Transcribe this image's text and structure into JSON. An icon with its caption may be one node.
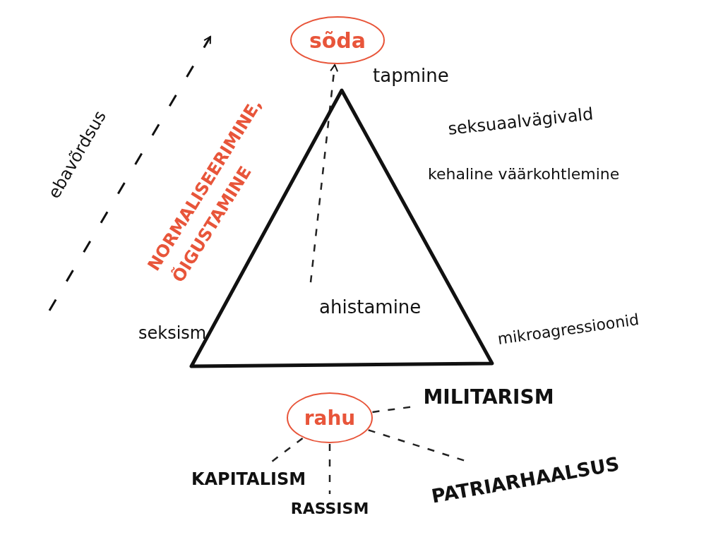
{
  "diagram": {
    "nodes": [
      {
        "text": [
          "sõda"
        ]
      },
      {
        "text": [],
        "shape": "triangle"
      },
      {
        "text": [
          "rahu"
        ]
      },
      {
        "text": [
          "MILITARISM"
        ]
      },
      {
        "text": [
          "KAPITALISM"
        ]
      },
      {
        "text": [
          "RASSISM"
        ]
      },
      {
        "text": [
          "PATRIARHAALSUS"
        ]
      }
    ],
    "edges": [
      {
        "from": 1,
        "to": 0,
        "arrow": "to",
        "style": "dashed"
      },
      {
        "from": 2,
        "to": 3,
        "arrow": "none",
        "style": "dashed"
      },
      {
        "from": 2,
        "to": 4,
        "arrow": "none",
        "style": "dashed"
      },
      {
        "from": 2,
        "to": 5,
        "arrow": "none",
        "style": "dashed"
      },
      {
        "from": 2,
        "to": 6,
        "arrow": "none",
        "style": "dashed"
      }
    ],
    "labels": [
      "tapmine",
      "seksuaalvägivald",
      "kehaline väärkohtlemine",
      "ahistamine",
      "seksism",
      "mikroagressioonid",
      "NORMALISEERIMINE,",
      "ÕIGUSTAMINE",
      "ebavõrdsus"
    ]
  }
}
